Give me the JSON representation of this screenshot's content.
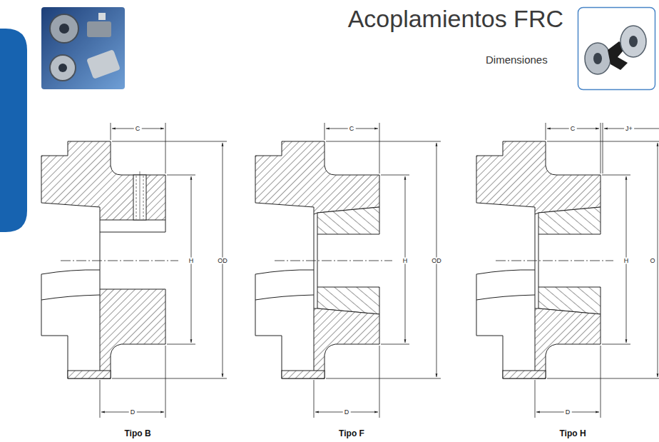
{
  "diagram": {
    "title": "Acoplamientos FRC",
    "labels": [
      "Dimensiones",
      "C",
      "C",
      "C",
      "J+",
      "H",
      "OD",
      "H",
      "OD",
      "H",
      "O",
      "D",
      "D",
      "D",
      "Tipo B",
      "Tipo F",
      "Tipo H"
    ]
  }
}
